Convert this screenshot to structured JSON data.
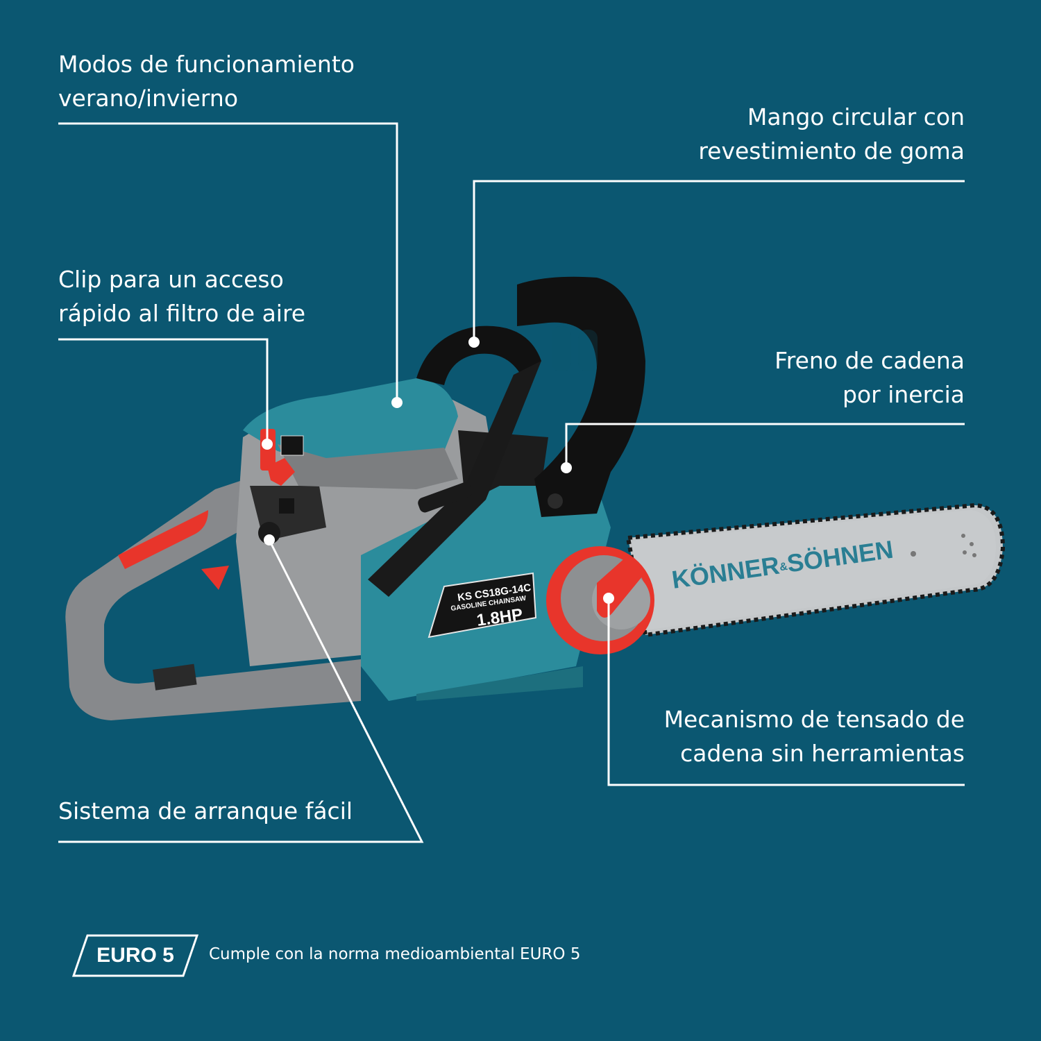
{
  "callouts": {
    "modes": {
      "lines": [
        "Modos de funcionamiento",
        "verano/invierno"
      ]
    },
    "clip": {
      "lines": [
        "Clip para un acceso",
        "rápido al filtro de aire"
      ]
    },
    "start": {
      "lines": [
        "Sistema de arranque fácil"
      ]
    },
    "handle": {
      "lines": [
        "Mango circular con",
        "revestimiento de goma"
      ]
    },
    "brake": {
      "lines": [
        "Freno de cadena",
        "por inercia"
      ]
    },
    "tension": {
      "lines": [
        "Mecanismo de tensado de",
        "cadena sin herramientas"
      ]
    }
  },
  "product": {
    "bar_brand": "KÖNNER",
    "bar_brand_amp": "&",
    "bar_brand_2": "SÖHNEN",
    "model": "KS CS18G-14C",
    "type": "GASOLINE CHAINSAW",
    "power": "1.8HP"
  },
  "badge": {
    "label": "EURO 5",
    "caption": "Cumple con la norma medioambiental EURO 5"
  },
  "colors": {
    "background": "#0b5771",
    "body_teal": "#2b8c9c",
    "body_grey": "#8a8c8e",
    "accent_red": "#e8352b",
    "handle_black": "#111111",
    "bar_silver": "#c4c7c9"
  }
}
